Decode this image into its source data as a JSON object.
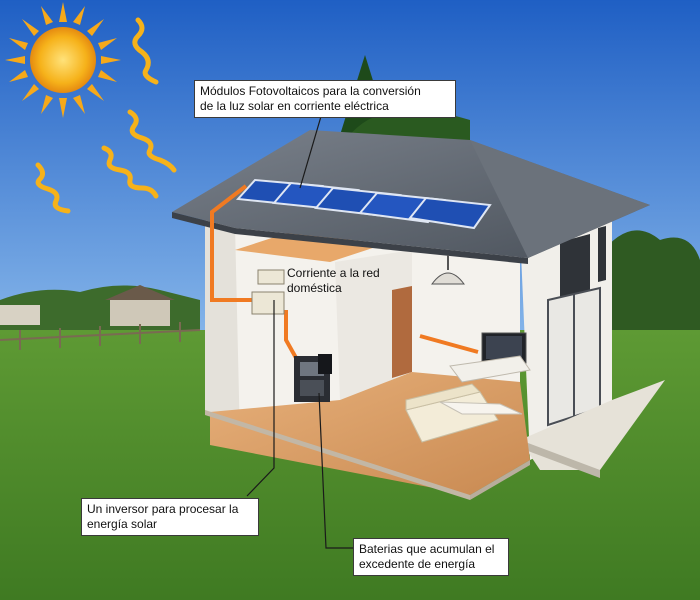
{
  "callouts": {
    "modules": {
      "line1": "Módulos Fotovoltaicos para la conversión",
      "line2": "de la luz solar en corriente eléctrica"
    },
    "grid": {
      "line1": "Corriente a la red",
      "line2": "doméstica"
    },
    "inverter": {
      "line1": "Un inversor para procesar la",
      "line2": "energía solar"
    },
    "batteries": {
      "line1": "Baterias que acumulan el",
      "line2": "excedente de energía"
    }
  },
  "colors": {
    "sky_top": "#1f5fc4",
    "sky_bottom": "#7fb0e8",
    "grass": "#4f8f2a",
    "roof": "#5f6670",
    "wall": "#f3f1ec",
    "floor": "#d9a06a",
    "cable": "#f07a22",
    "sun": "#f6b21a",
    "panel": "#1f4fb3"
  },
  "icons": [
    "sun-icon",
    "solar-panel-icon",
    "inverter-icon",
    "battery-icon",
    "television-icon",
    "lamp-icon",
    "sofa-icon"
  ]
}
